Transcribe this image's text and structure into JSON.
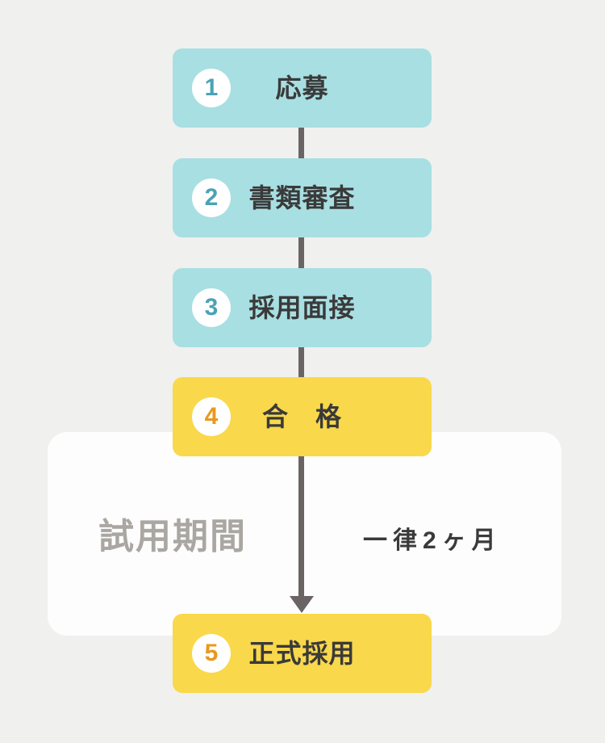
{
  "colors": {
    "bg": "#f0f0ef",
    "panel_bg": "#fdfdfd",
    "teal_box": "#a8dfe2",
    "yellow_box": "#f9d84b",
    "teal_number": "#4aa3b5",
    "orange_number": "#e8991d",
    "box_text": "#3a3a3a",
    "connector": "#6a6465",
    "watermark_text": "#aaa7a2",
    "duration_text": "#3a3a3a"
  },
  "steps": [
    {
      "number": "1",
      "label": "応募",
      "variant": "teal"
    },
    {
      "number": "2",
      "label": "書類審査",
      "variant": "teal"
    },
    {
      "number": "3",
      "label": "採用面接",
      "variant": "teal"
    },
    {
      "number": "4",
      "label": "合　格",
      "variant": "yellow"
    },
    {
      "number": "5",
      "label": "正式採用",
      "variant": "yellow"
    }
  ],
  "trial_period": {
    "title": "試用期間",
    "duration": "一律2ヶ月"
  }
}
